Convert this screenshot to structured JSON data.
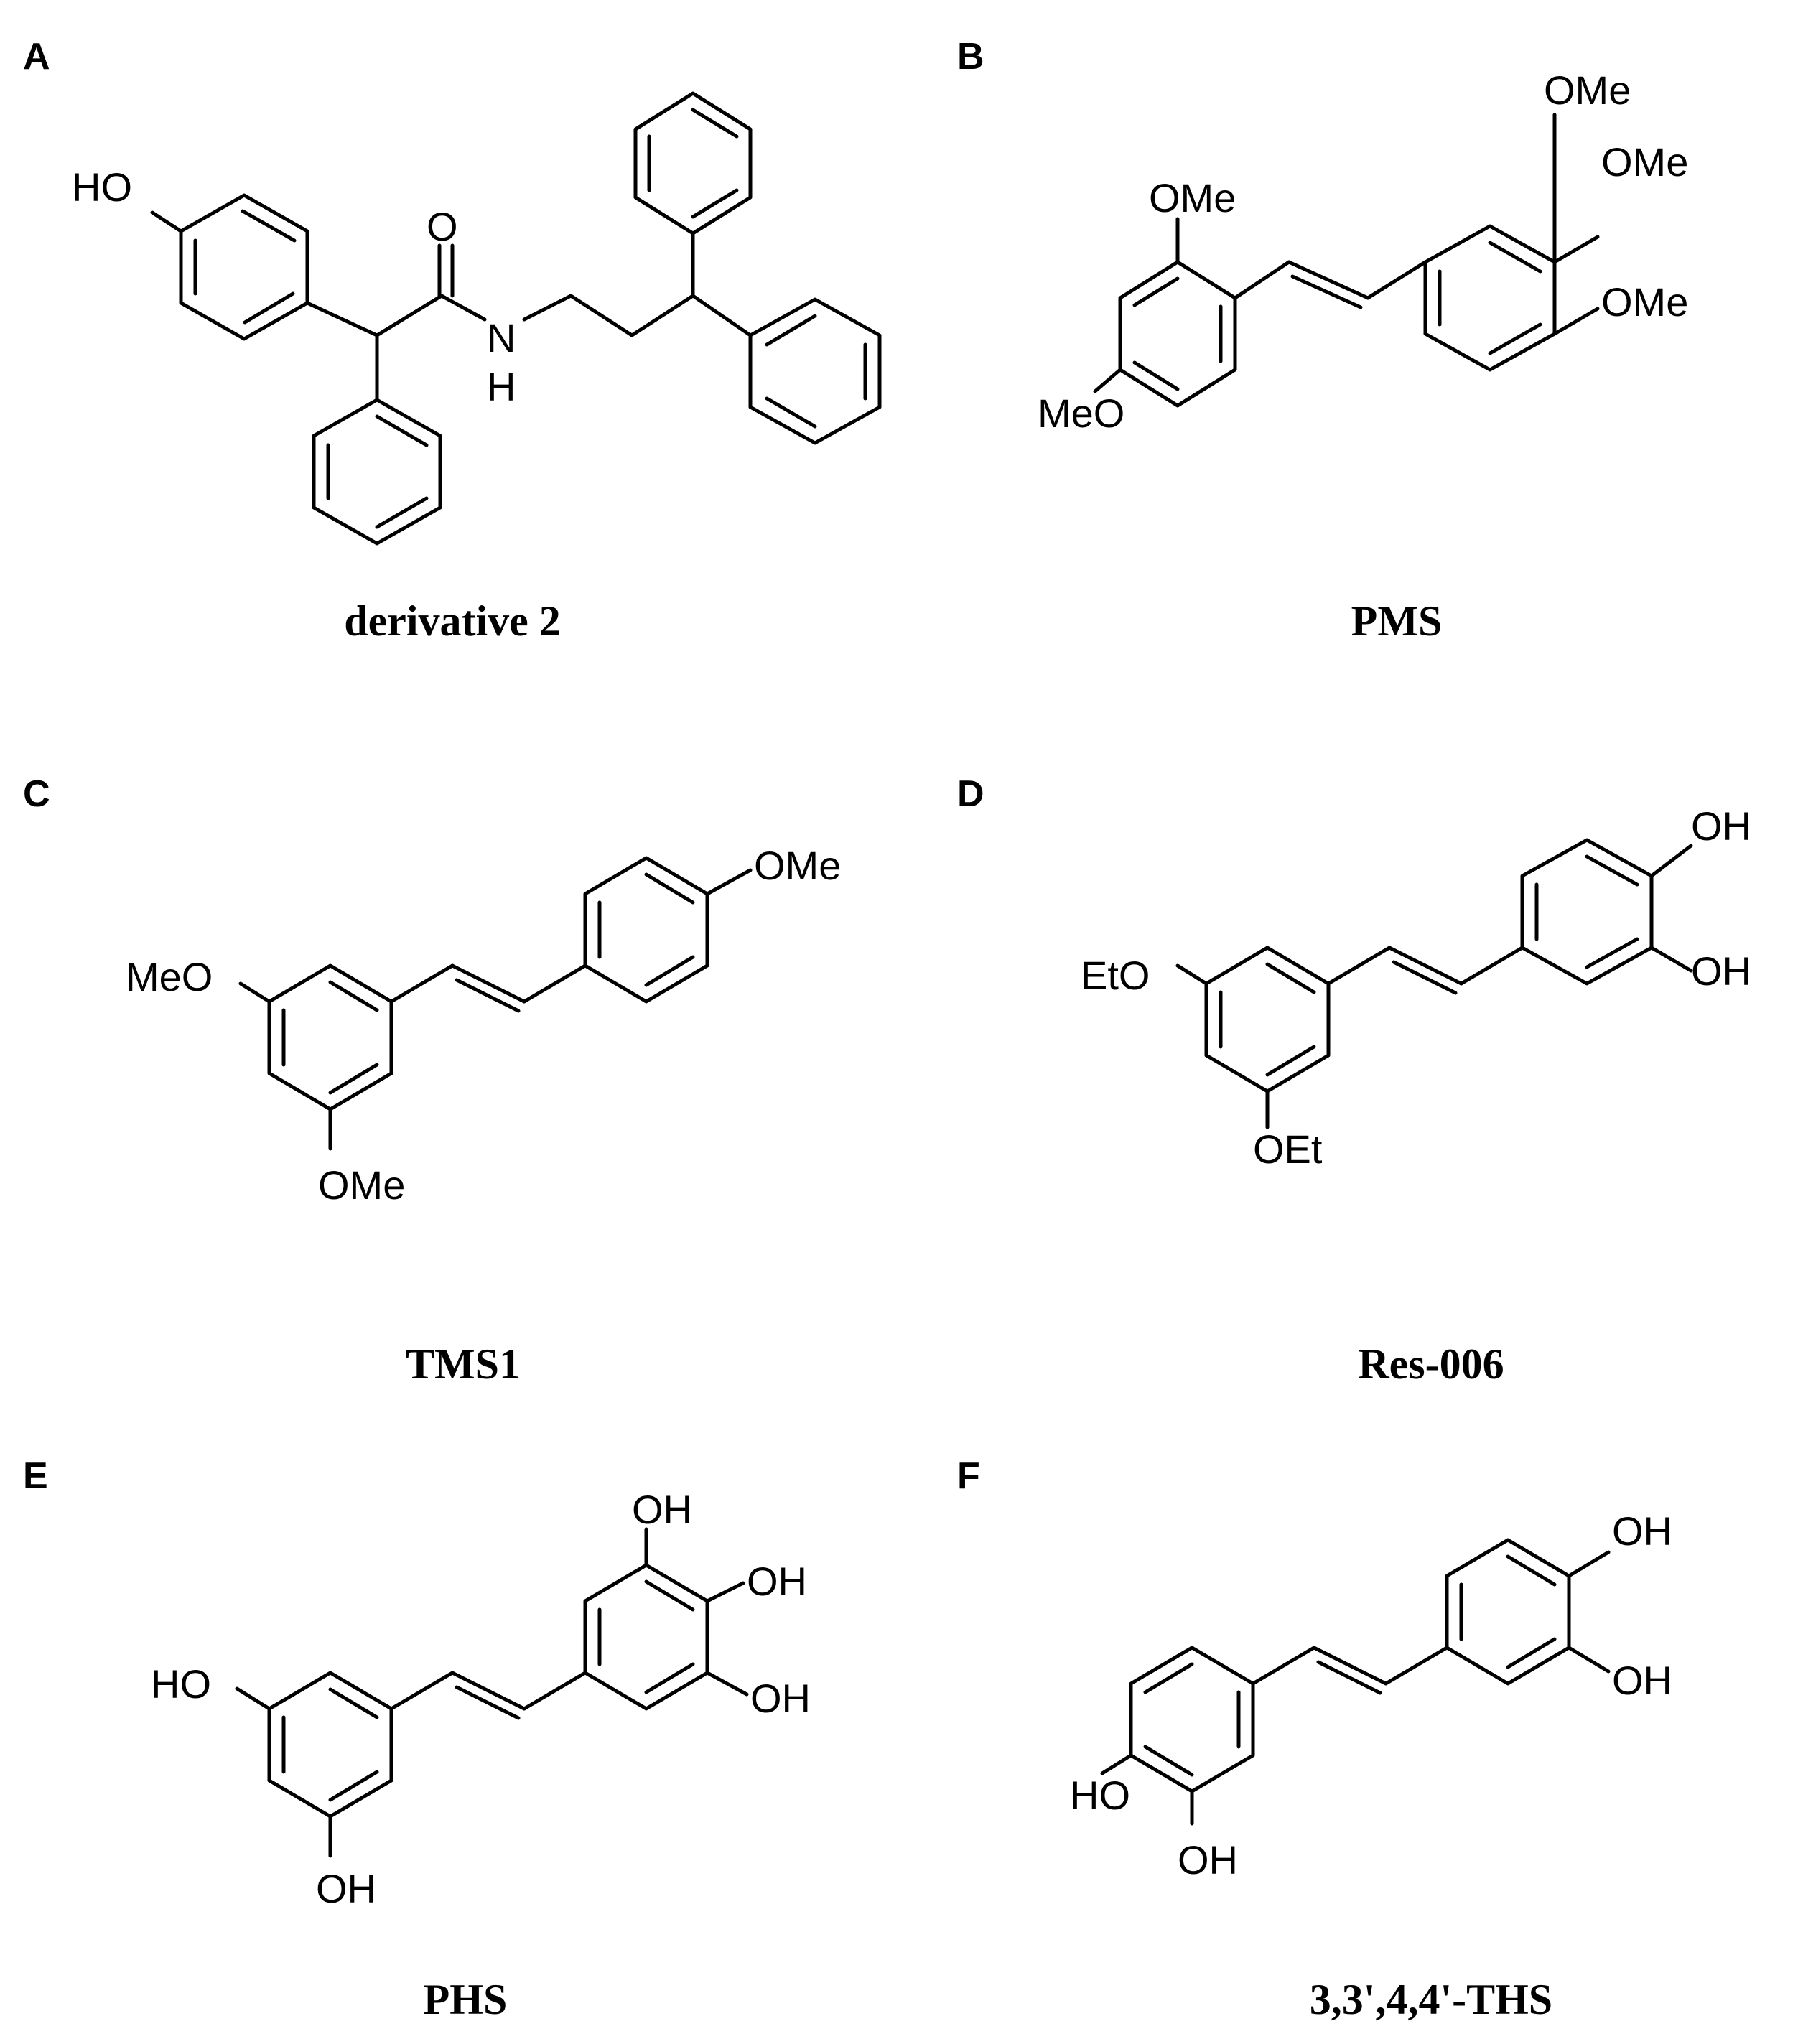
{
  "panels": [
    {
      "label": "A",
      "caption": "derivative 2",
      "atoms": {
        "ho": "HO",
        "o": "O",
        "n": "N",
        "h": "H"
      }
    },
    {
      "label": "B",
      "caption": "PMS",
      "atoms": {
        "ome_ortho": "OMe",
        "meo_para": "MeO",
        "ome_3": "OMe",
        "ome_4": "OMe",
        "ome_5": "OMe"
      }
    },
    {
      "label": "C",
      "caption": "TMS1",
      "atoms": {
        "meo_3": "MeO",
        "ome_5": "OMe",
        "ome_4p": "OMe"
      }
    },
    {
      "label": "D",
      "caption": "Res-006",
      "atoms": {
        "eto_3": "EtO",
        "oet_5": "OEt",
        "oh_4p": "OH",
        "oh_3p": "OH"
      }
    },
    {
      "label": "E",
      "caption": "PHS",
      "atoms": {
        "ho_3": "HO",
        "oh_5": "OH",
        "oh_3p": "OH",
        "oh_4p": "OH",
        "oh_5p": "OH"
      }
    },
    {
      "label": "F",
      "caption": "3,3',4,4'-THS",
      "atoms": {
        "oh_4p": "OH",
        "oh_3p": "OH",
        "ho_4": "HO",
        "oh_3": "OH"
      }
    }
  ]
}
